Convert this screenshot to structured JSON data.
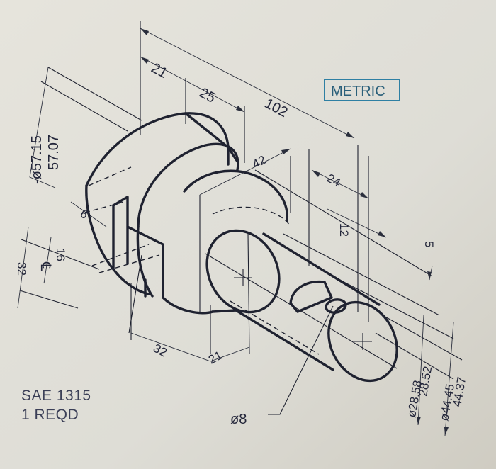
{
  "drawing": {
    "units_label": "METRIC",
    "material": "SAE 1315",
    "quantity": "1 REQD",
    "dims": {
      "d21_top": "21",
      "d25": "25",
      "d102": "102",
      "d42": "42",
      "d24": "24",
      "d12": "12",
      "d5": "5",
      "dia_flange_max": "-ø57.15",
      "dia_flange_min": "57.07",
      "d6": "6",
      "d32_left": "32",
      "d16": "16",
      "centerline": "℄",
      "d32_bottom": "32",
      "d21_bottom": "21",
      "dia_hole": "ø8",
      "dia_shaft_max": "ø28.58",
      "dia_shaft_min": "28.52",
      "dia_hub_max": "ø44.45",
      "dia_hub_min": "44.37"
    }
  }
}
